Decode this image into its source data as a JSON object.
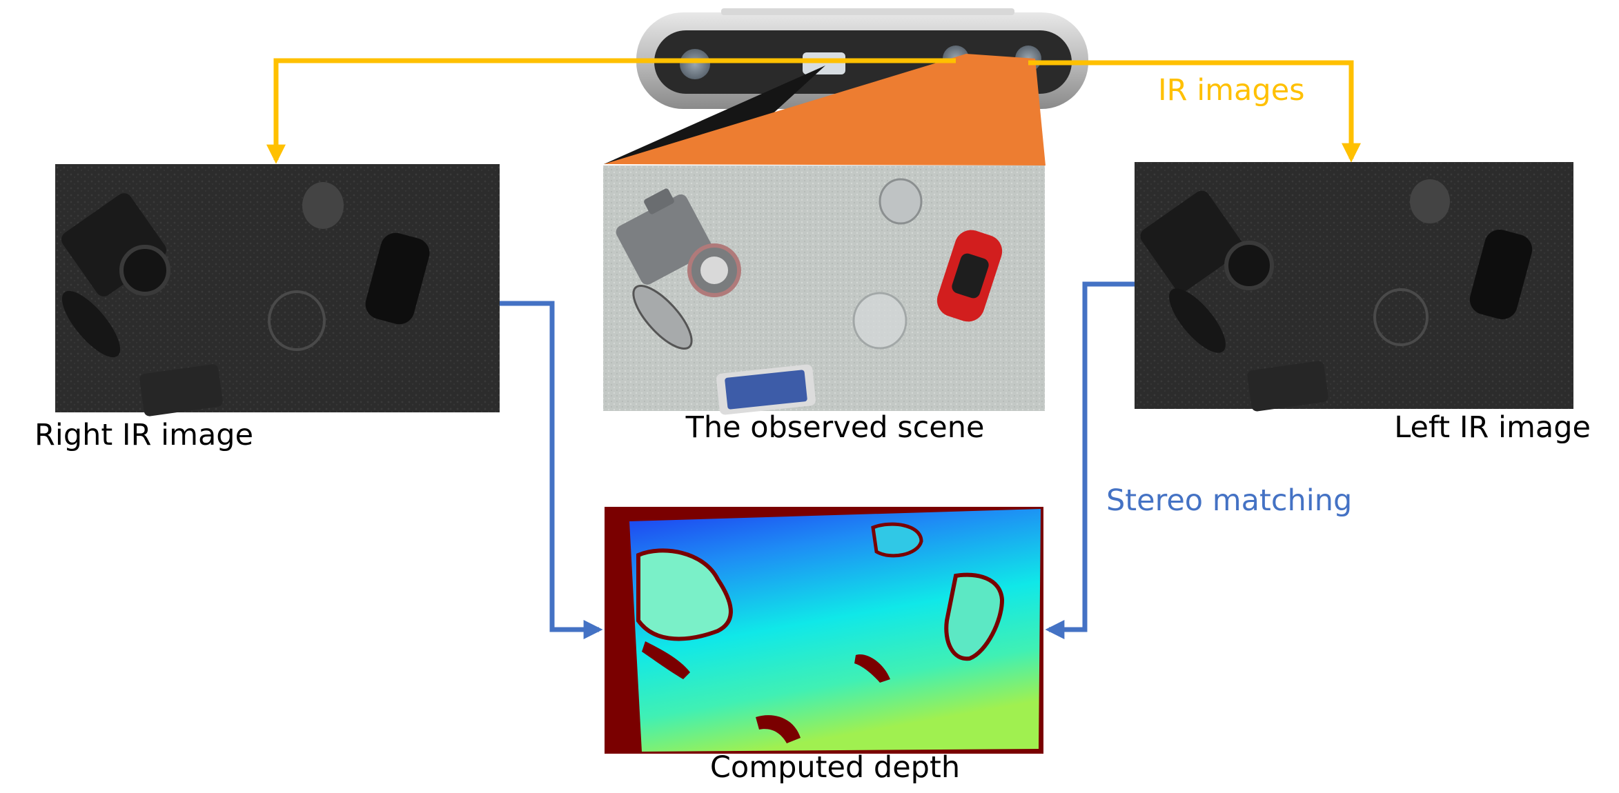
{
  "labels": {
    "ir_images": "IR images",
    "right_ir": "Right IR image",
    "observed_scene": "The observed scene",
    "left_ir": "Left IR image",
    "stereo_matching": "Stereo matching",
    "computed_depth": "Computed depth"
  },
  "colors": {
    "ir_arrow": "#FFC000",
    "stereo_arrow": "#4472C4",
    "projector_cone": "#ED7D31",
    "label_text": "#000000"
  },
  "icons": {
    "camera": "depth-camera-icon"
  }
}
